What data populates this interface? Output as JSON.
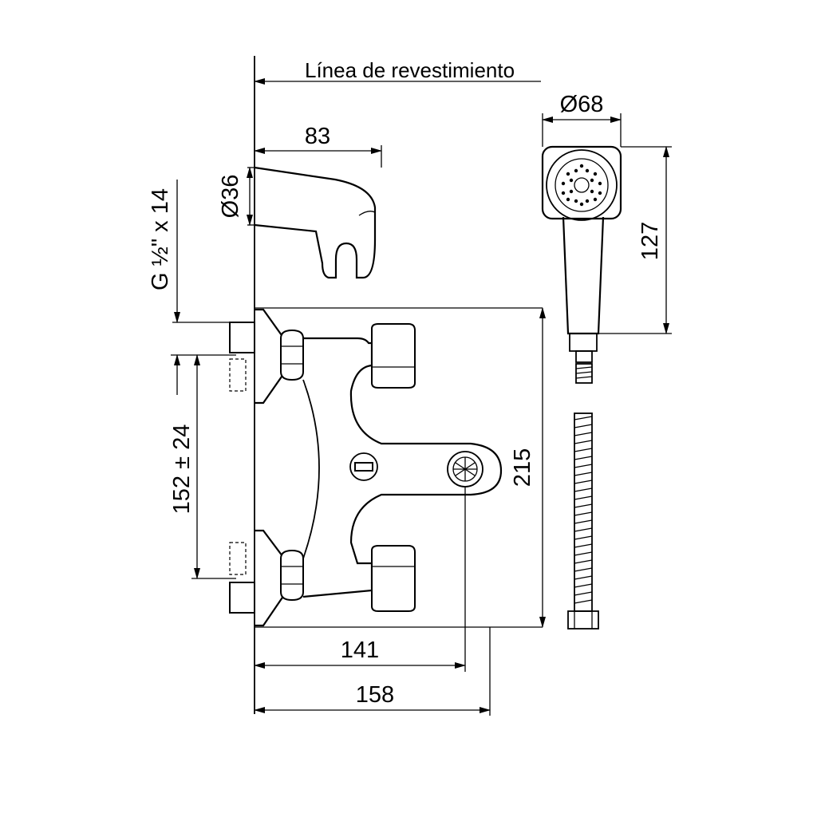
{
  "labels": {
    "wall_line": "Línea de revestimiento",
    "thread": "G ½\" x 14"
  },
  "dimensions": {
    "spout_length": "83",
    "spout_diameter": "Ø36",
    "head_diameter": "Ø68",
    "head_length": "127",
    "inlet_spacing": "152 ± 24",
    "body_height": "215",
    "outlet_offset": "141",
    "body_depth": "158"
  },
  "colors": {
    "line": "#000000",
    "background": "#ffffff"
  }
}
